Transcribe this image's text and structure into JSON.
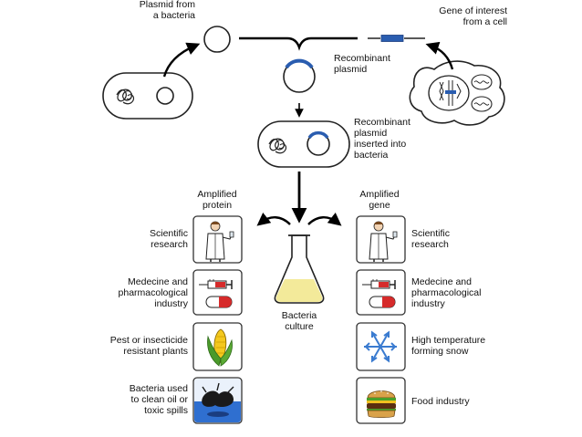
{
  "top": {
    "plasmid_label": "Plasmid from\na bacteria",
    "gene_label": "Gene of interest\nfrom a cell",
    "recombinant_label": "Recombinant\nplasmid",
    "inserted_label": "Recombinant\nplasmid\ninserted into\nbacteria"
  },
  "center": {
    "culture_label": "Bacteria\nculture"
  },
  "left": {
    "heading": "Amplified\nprotein",
    "items": [
      {
        "label": "Scientific\nresearch",
        "icon": "scientist-icon"
      },
      {
        "label": "Medecine and\npharmacological\nindustry",
        "icon": "syringe-pill-icon"
      },
      {
        "label": "Pest or insecticide\nresistant plants",
        "icon": "corn-icon"
      },
      {
        "label": "Bacteria used\nto clean oil or\ntoxic spills",
        "icon": "oil-spill-icon"
      }
    ]
  },
  "right": {
    "heading": "Amplified\ngene",
    "items": [
      {
        "label": "Scientific\nresearch",
        "icon": "scientist-icon"
      },
      {
        "label": "Medecine and\npharmacological\nindustry",
        "icon": "syringe-pill-icon"
      },
      {
        "label": "High temperature\nforming snow",
        "icon": "snowflake-icon"
      },
      {
        "label": "Food industry",
        "icon": "burger-icon"
      }
    ]
  },
  "colors": {
    "gene": "#2a5db0",
    "culture": "#f3ea9a",
    "pill_red": "#d62b2b",
    "oil_blue": "#2f6fd0",
    "corn": "#f4c81e"
  }
}
